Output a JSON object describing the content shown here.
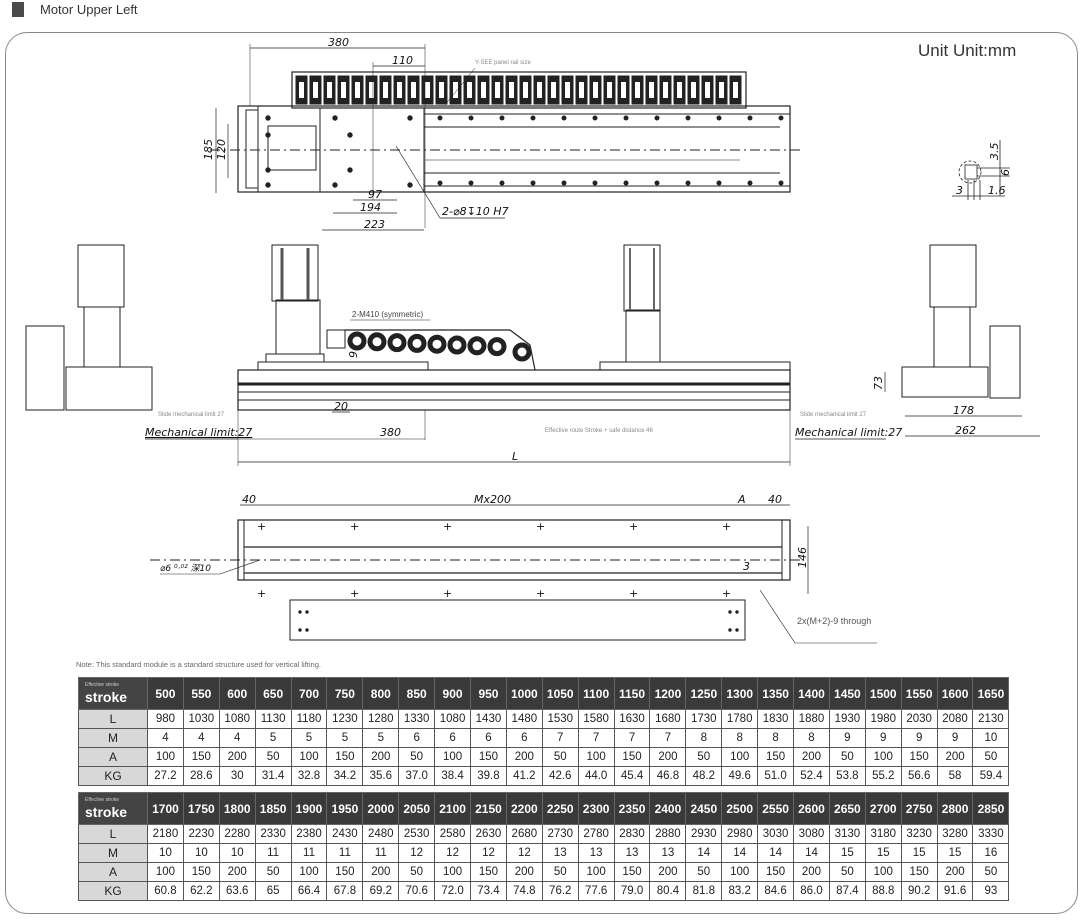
{
  "header": {
    "title": "Motor Upper Left"
  },
  "unit_label": "Unit Unit:mm",
  "note": "Note: This standard module is a standard structure used for vertical lifting.",
  "drawing": {
    "top_view": {
      "dim_380": "380",
      "dim_110": "110",
      "dim_185": "185",
      "dim_120": "120",
      "dim_97": "97",
      "dim_194": "194",
      "dim_223": "223",
      "hole_callout": "2-⌀8↧10 H7",
      "chain_callout": "Y-SEE panel rail size"
    },
    "detail": {
      "dim_35": "3.5",
      "dim_6": "6",
      "dim_3": "3",
      "dim_16": "1.6"
    },
    "side_view": {
      "screw_callout": "2-M410 (symmetric)",
      "dim_9": "9",
      "dim_20": "20",
      "dim_380": "380",
      "slide_limit_left": "Slide mechanical limit 27",
      "slide_limit_right": "Slide mechanical limit 27",
      "mech_limit_left": "Mechanical limit:27",
      "mech_limit_right": "Mechanical limit:27",
      "effective_route": "Effective route Stroke + safe distance 46",
      "dim_L": "L",
      "dim_73": "73",
      "dim_178": "178",
      "dim_262": "262"
    },
    "bottom_view": {
      "dim_40_left": "40",
      "dim_mx200": "Mx200",
      "dim_A": "A",
      "dim_40_right": "40",
      "dim_146": "146",
      "dim_3": "3",
      "pin_callout": "⌀6  ⁰·⁰²  深10",
      "through_callout": "2x(M+2)-9 through"
    }
  },
  "tables": [
    {
      "header_small": "Effective stroke",
      "header_big": "stroke",
      "stroke": [
        "500",
        "550",
        "600",
        "650",
        "700",
        "750",
        "800",
        "850",
        "900",
        "950",
        "1000",
        "1050",
        "1100",
        "1150",
        "1200",
        "1250",
        "1300",
        "1350",
        "1400",
        "1450",
        "1500",
        "1550",
        "1600",
        "1650"
      ],
      "rows": [
        {
          "label": "L",
          "values": [
            "980",
            "1030",
            "1080",
            "1130",
            "1180",
            "1230",
            "1280",
            "1330",
            "1080",
            "1430",
            "1480",
            "1530",
            "1580",
            "1630",
            "1680",
            "1730",
            "1780",
            "1830",
            "1880",
            "1930",
            "1980",
            "2030",
            "2080",
            "2130"
          ]
        },
        {
          "label": "M",
          "values": [
            "4",
            "4",
            "4",
            "5",
            "5",
            "5",
            "5",
            "6",
            "6",
            "6",
            "6",
            "7",
            "7",
            "7",
            "7",
            "8",
            "8",
            "8",
            "8",
            "9",
            "9",
            "9",
            "9",
            "10"
          ]
        },
        {
          "label": "A",
          "values": [
            "100",
            "150",
            "200",
            "50",
            "100",
            "150",
            "200",
            "50",
            "100",
            "150",
            "200",
            "50",
            "100",
            "150",
            "200",
            "50",
            "100",
            "150",
            "200",
            "50",
            "100",
            "150",
            "200",
            "50"
          ]
        },
        {
          "label": "KG",
          "values": [
            "27.2",
            "28.6",
            "30",
            "31.4",
            "32.8",
            "34.2",
            "35.6",
            "37.0",
            "38.4",
            "39.8",
            "41.2",
            "42.6",
            "44.0",
            "45.4",
            "46.8",
            "48.2",
            "49.6",
            "51.0",
            "52.4",
            "53.8",
            "55.2",
            "56.6",
            "58",
            "59.4"
          ]
        }
      ]
    },
    {
      "header_small": "Effective stroke",
      "header_big": "stroke",
      "stroke": [
        "1700",
        "1750",
        "1800",
        "1850",
        "1900",
        "1950",
        "2000",
        "2050",
        "2100",
        "2150",
        "2200",
        "2250",
        "2300",
        "2350",
        "2400",
        "2450",
        "2500",
        "2550",
        "2600",
        "2650",
        "2700",
        "2750",
        "2800",
        "2850"
      ],
      "rows": [
        {
          "label": "L",
          "values": [
            "2180",
            "2230",
            "2280",
            "2330",
            "2380",
            "2430",
            "2480",
            "2530",
            "2580",
            "2630",
            "2680",
            "2730",
            "2780",
            "2830",
            "2880",
            "2930",
            "2980",
            "3030",
            "3080",
            "3130",
            "3180",
            "3230",
            "3280",
            "3330"
          ]
        },
        {
          "label": "M",
          "values": [
            "10",
            "10",
            "10",
            "11",
            "11",
            "11",
            "11",
            "12",
            "12",
            "12",
            "12",
            "13",
            "13",
            "13",
            "13",
            "14",
            "14",
            "14",
            "14",
            "15",
            "15",
            "15",
            "15",
            "16"
          ]
        },
        {
          "label": "A",
          "values": [
            "100",
            "150",
            "200",
            "50",
            "100",
            "150",
            "200",
            "50",
            "100",
            "150",
            "200",
            "50",
            "100",
            "150",
            "200",
            "50",
            "100",
            "150",
            "200",
            "50",
            "100",
            "150",
            "200",
            "50"
          ]
        },
        {
          "label": "KG",
          "values": [
            "60.8",
            "62.2",
            "63.6",
            "65",
            "66.4",
            "67.8",
            "69.2",
            "70.6",
            "72.0",
            "73.4",
            "74.8",
            "76.2",
            "77.6",
            "79.0",
            "80.4",
            "81.8",
            "83.2",
            "84.6",
            "86.0",
            "87.4",
            "88.8",
            "90.2",
            "91.6",
            "93"
          ]
        }
      ]
    }
  ]
}
